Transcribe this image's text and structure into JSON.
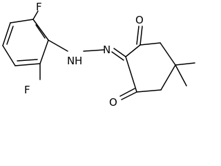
{
  "molecule": {
    "atoms": {
      "F_top": "F",
      "F_bottom": "F",
      "N_left": "N",
      "H_left": "H",
      "N_right": "N",
      "O_top": "O",
      "O_bottom": "O"
    }
  }
}
